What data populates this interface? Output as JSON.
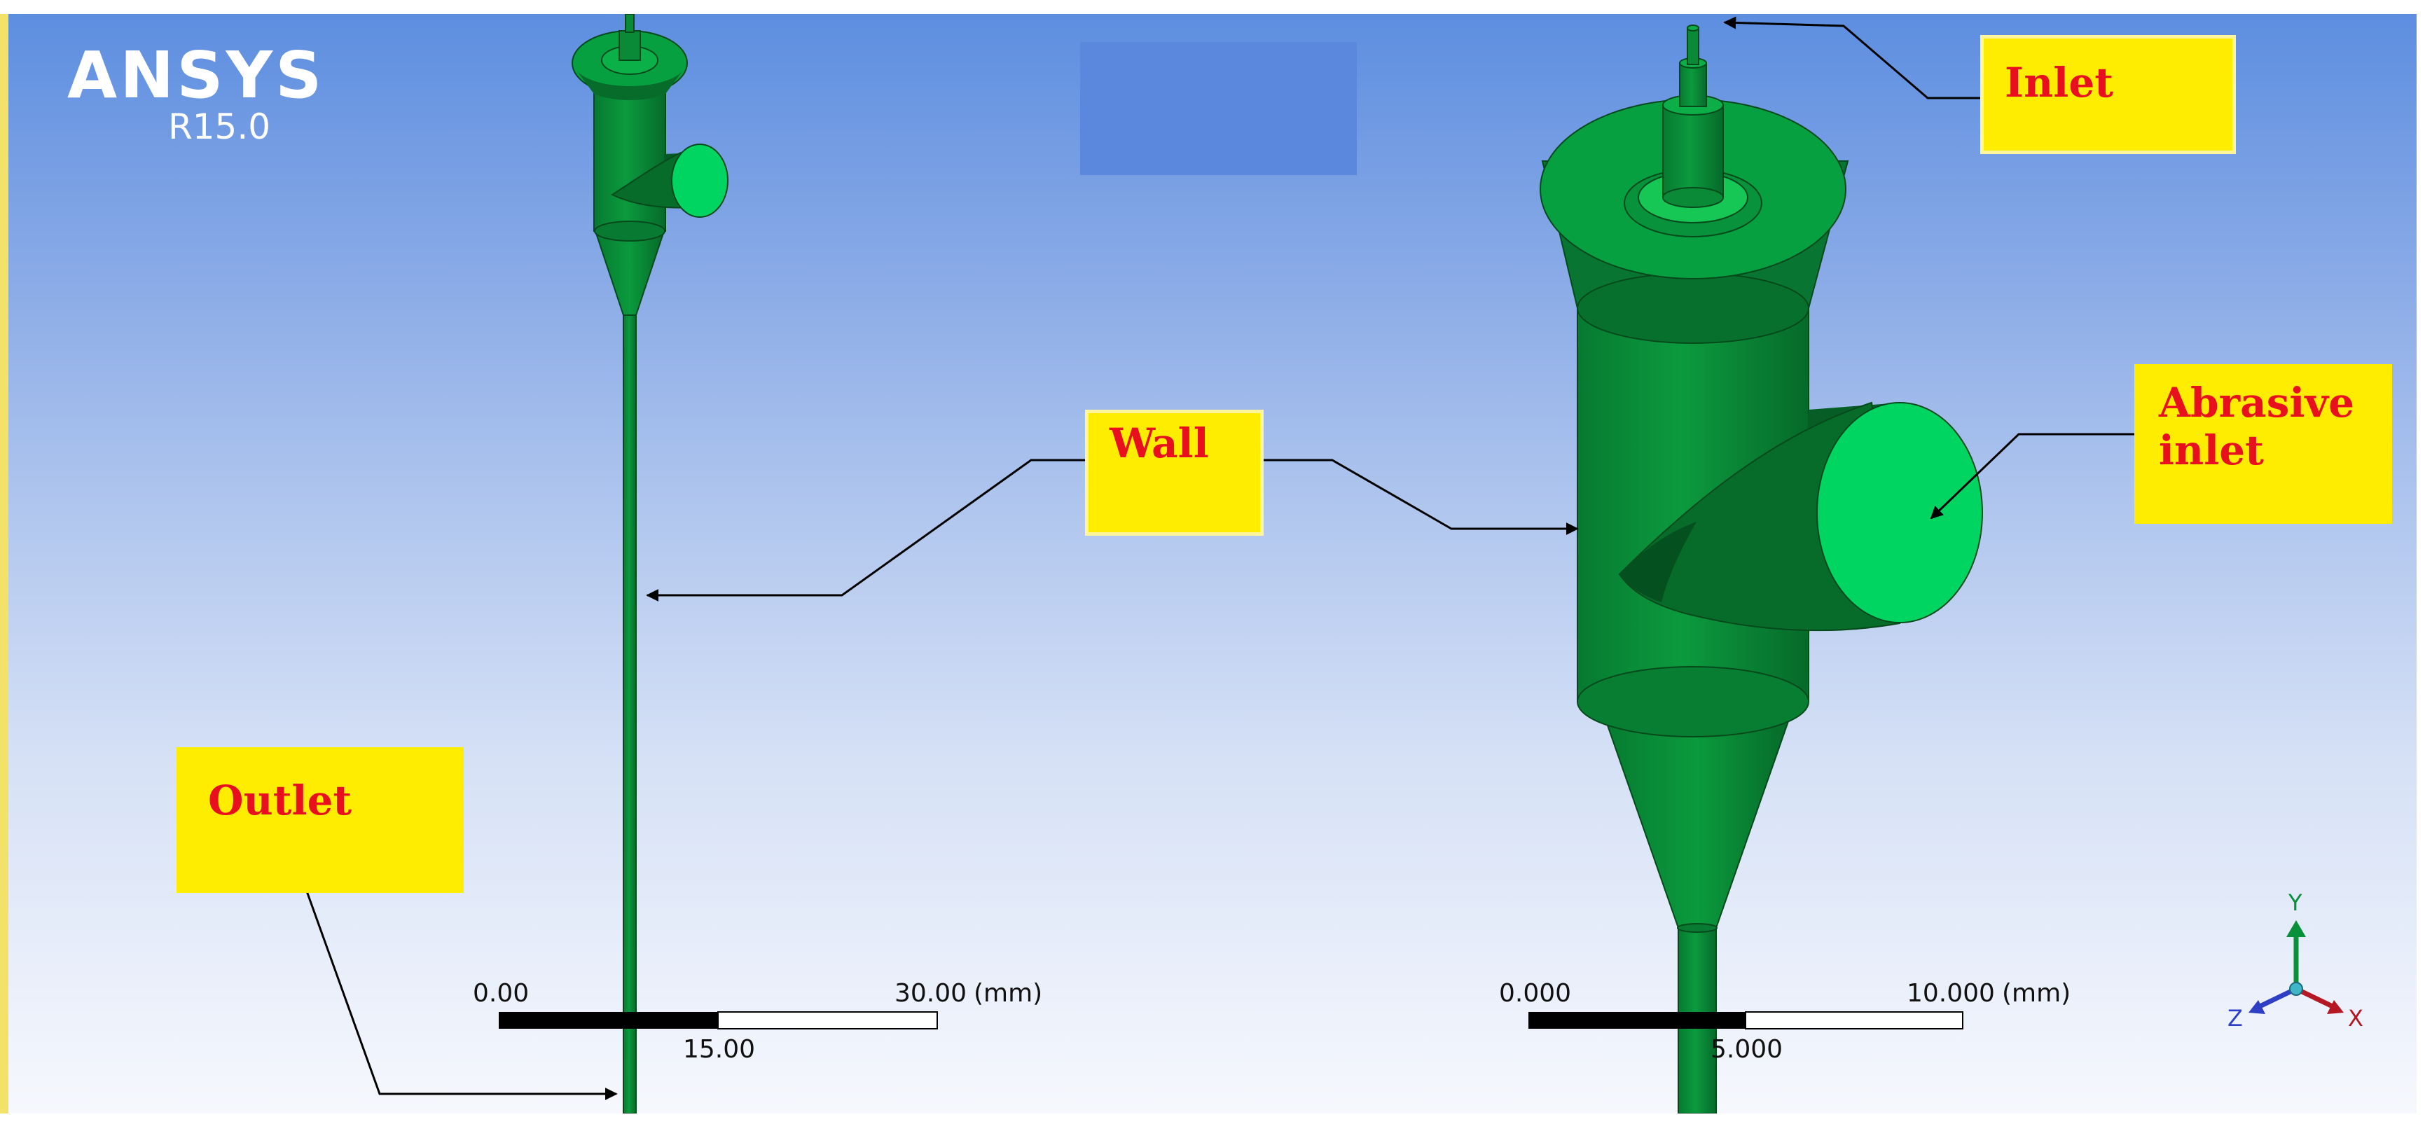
{
  "logo": {
    "name": "ANSYS",
    "version": "R15.0"
  },
  "labels": {
    "inlet": "Inlet",
    "abrasive_inlet_line1": "Abrasive",
    "abrasive_inlet_line2": "inlet",
    "wall": "Wall",
    "outlet": "Outlet"
  },
  "scales": {
    "left": {
      "start": "0.00",
      "mid": "15.00",
      "end": "30.00",
      "unit": "(mm)"
    },
    "right": {
      "start": "0.000",
      "mid": "5.000",
      "end": "10.000",
      "unit": "(mm)"
    }
  },
  "triad": {
    "x": "X",
    "y": "Y",
    "z": "Z"
  },
  "colors": {
    "body_green": "#0a8a37",
    "face_green": "#00d561",
    "dark_green": "#075a24",
    "label_fill": "#ffed00",
    "label_text": "#e8101e",
    "viewport_top": "#5d8ee0",
    "viewport_bottom": "#f6f8fd"
  }
}
